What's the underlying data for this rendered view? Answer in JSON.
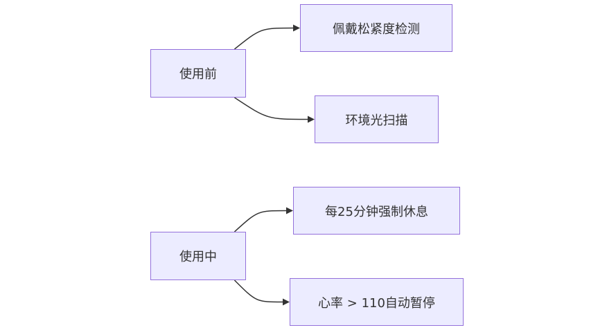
{
  "diagram": {
    "colors": {
      "node_fill": "#ececff",
      "node_border": "#9370db",
      "text": "#333333",
      "edge": "#333333",
      "background": "#ffffff"
    },
    "nodes": {
      "before_use": {
        "label": "使用前"
      },
      "fit_check": {
        "label": "佩戴松紧度检测"
      },
      "ambient_scan": {
        "label": "环境光扫描"
      },
      "during_use": {
        "label": "使用中"
      },
      "rest_break": {
        "label": "每25分钟强制休息"
      },
      "hr_pause": {
        "label": "心率 > 110自动暂停"
      }
    },
    "edges": [
      {
        "from": "before_use",
        "to": "fit_check"
      },
      {
        "from": "before_use",
        "to": "ambient_scan"
      },
      {
        "from": "during_use",
        "to": "rest_break"
      },
      {
        "from": "during_use",
        "to": "hr_pause"
      }
    ]
  }
}
